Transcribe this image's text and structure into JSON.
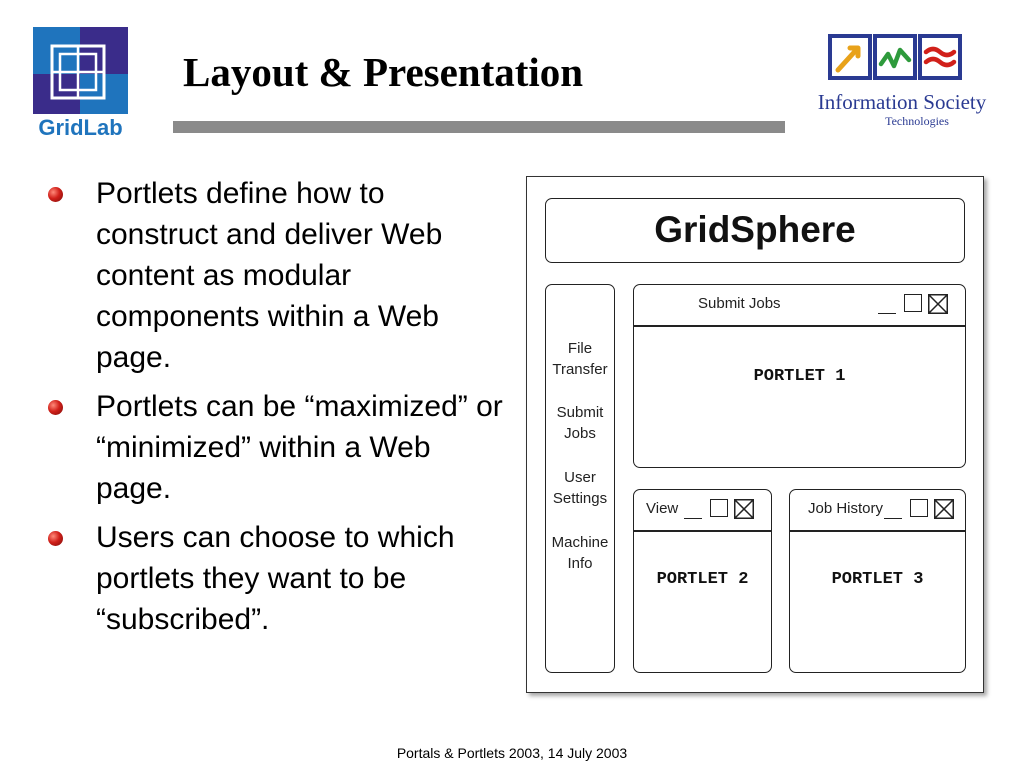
{
  "logos": {
    "gridlab": {
      "text": "GridLab",
      "colors": {
        "blue": "#1f74bd",
        "purple": "#3a2c8a"
      }
    },
    "ist": {
      "title": "Information Society",
      "subtitle": "Technologies",
      "color": "#2a3a92"
    }
  },
  "slide": {
    "title": "Layout & Presentation",
    "bullets": [
      "Portlets define how to construct and deliver Web content as modular components within a Web page.",
      "Portlets can be “maximized” or “minimized” within a Web page.",
      "Users can choose to which portlets they want to be “subscribed”."
    ]
  },
  "diagram": {
    "header_title": "GridSphere",
    "nav": {
      "items": [
        "File\nTransfer",
        "Submit\nJobs",
        "User\nSettings",
        "Machine\nInfo"
      ]
    },
    "portlets": [
      {
        "title": "Submit Jobs",
        "label": "PORTLET 1"
      },
      {
        "title": "View",
        "label": "PORTLET 2"
      },
      {
        "title": "Job History",
        "label": "PORTLET 3"
      }
    ],
    "controls": {
      "minimize_icon": "minimize-icon",
      "maximize_icon": "maximize-icon",
      "close_icon": "close-icon"
    }
  },
  "footer": {
    "text": "Portals & Portlets 2003, 14 July 2003"
  }
}
